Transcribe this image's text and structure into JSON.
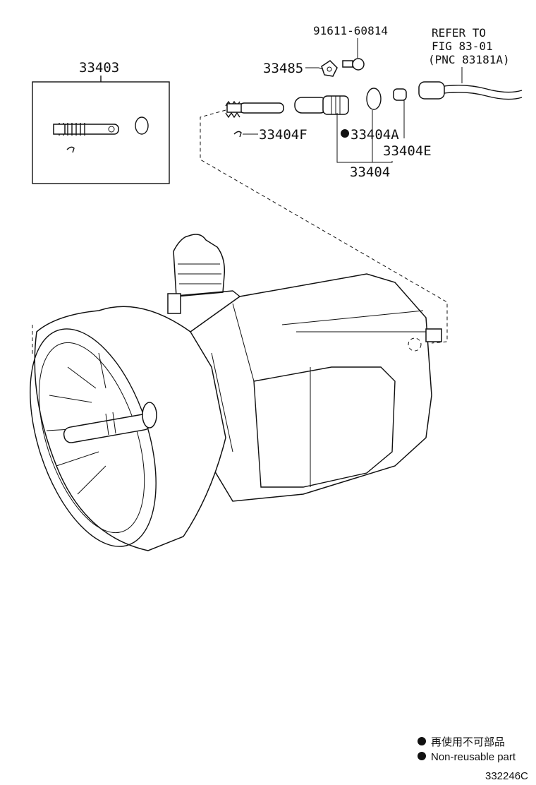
{
  "parts": {
    "p33403": "33403",
    "p33485": "33485",
    "p91611": "91611-60814",
    "p33404F": "33404F",
    "p33404A": "33404A",
    "p33404E": "33404E",
    "p33404": "33404"
  },
  "refer": {
    "line1": "REFER TO",
    "line2": "FIG 83-01",
    "line3": "(PNC 83181A)"
  },
  "legend": {
    "japanese": "再使用不可部品",
    "english": "Non-reusable part"
  },
  "figure_code": "332246C"
}
